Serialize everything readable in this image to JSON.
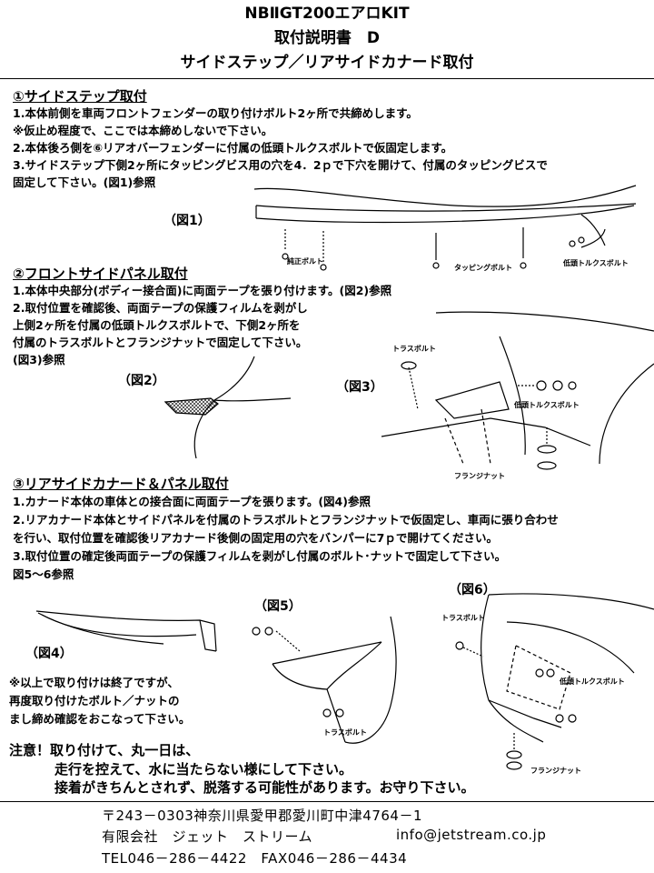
{
  "header": {
    "title_line1": "NBⅡGT200エアロKIT",
    "title_line2": "取付説明書　D",
    "title_line3": "サイドステップ／リアサイドカナード取付"
  },
  "section1": {
    "heading": "①サイドステップ取付",
    "lines": [
      "1.本体前側を車両フロントフェンダーの取り付けボルト2ヶ所で共締めします。",
      "※仮止め程度で、ここでは本締めしないで下さい。",
      "2.本体後ろ側を⑥リアオバーフェンダーに付属の低頭トルクスボルトで仮固定します。",
      "3.サイドステップ下側2ヶ所にタッピングビス用の穴を4．2ｐで下穴を開けて、付属のタッピングビスで",
      "固定して下さい。(図1)参照"
    ],
    "figure_label": "（図1）",
    "labels": {
      "genuine_bolt": "純正ボルト",
      "tapping_bolt": "タッピングボルト",
      "torx_bolt": "低頭トルクスボルト"
    }
  },
  "section2": {
    "heading": "②フロントサイドパネル取付",
    "lines": [
      "1.本体中央部分(ボディー接合面)に両面テープを張り付けます。(図2)参照",
      "2.取付位置を確認後、両面テープの保護フィルムを剥がし",
      "上側2ヶ所を付属の低頭トルクスボルトで、下側2ヶ所を",
      "付属のトラスボルトとフランジナットで固定して下さい。",
      "(図3)参照"
    ],
    "figure2_label": "（図2）",
    "figure3_label": "（図3）",
    "labels": {
      "truss_bolt": "トラスボルト",
      "torx_bolt": "低頭トルクスボルト",
      "flange_nut": "フランジナット"
    }
  },
  "section3": {
    "heading": "③リアサイドカナード＆パネル取付",
    "lines": [
      "1.カナード本体の車体との接合面に両面テープを張ります。(図4)参照",
      "2.リアカナード本体とサイドパネルを付属のトラスボルトとフランジナットで仮固定し、車両に張り合わせ",
      "を行い、取付位置を確認後リアカナード後側の固定用の穴をバンパーに7ｐで開けてください。",
      "3.取付位置の確定後両面テープの保護フィルムを剥がし付属のボルト･ナットで固定して下さい。",
      "図5～6参照"
    ],
    "figure4_label": "（図4）",
    "figure5_label": "（図5）",
    "figure6_label": "（図6）",
    "note_lines": [
      "※以上で取り付けは終了ですが、",
      "再度取り付けたボルト／ナットの",
      "まし締め確認をおこなって下さい。"
    ],
    "labels": {
      "truss_bolt": "トラスボルト",
      "torx_bolt": "低頭トルクスボルト",
      "flange_nut": "フランジナット"
    }
  },
  "caution": {
    "line1": "注意！取り付けて、丸一日は、",
    "line2": "走行を控えて、水に当たらない様にして下さい。",
    "line3": "接着がきちんとされず、脱落する可能性があります。お守り下さい。"
  },
  "footer": {
    "address": "〒243－0303神奈川県愛甲郡愛川町中津4764－1",
    "company": "有限会社　ジェット　ストリーム",
    "email": "info@jetstream.co.jp",
    "phone": "TEL046－286－4422　FAX046－286－4434"
  }
}
